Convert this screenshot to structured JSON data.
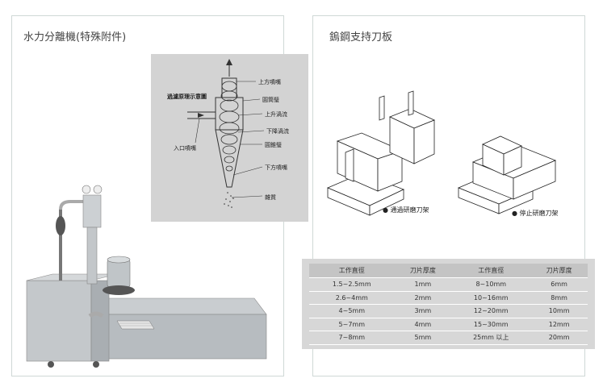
{
  "left": {
    "title": "水力分離機(特殊附件)",
    "schematic": {
      "title": "過濾原理示意圖",
      "labels": [
        "上方噴嘴",
        "圓筒璧",
        "上升渦流",
        "下降渦流",
        "圓錐璧",
        "入口噴嘴",
        "下方噴嘴",
        "雜質"
      ]
    }
  },
  "right": {
    "title": "鎢鋼支持刀板",
    "captions": [
      "通過研磨刀架",
      "停止研磨刀架"
    ],
    "table": {
      "headers": [
        "工作直徑",
        "刀片厚度",
        "工作直徑",
        "刀片厚度"
      ],
      "rows": [
        [
          "1.5~2.5mm",
          "1mm",
          "8~10mm",
          "6mm"
        ],
        [
          "2.6~4mm",
          "2mm",
          "10~16mm",
          "8mm"
        ],
        [
          "4~5mm",
          "3mm",
          "12~20mm",
          "10mm"
        ],
        [
          "5~7mm",
          "4mm",
          "15~30mm",
          "12mm"
        ],
        [
          "7~8mm",
          "5mm",
          "25mm 以上",
          "20mm"
        ]
      ]
    }
  }
}
